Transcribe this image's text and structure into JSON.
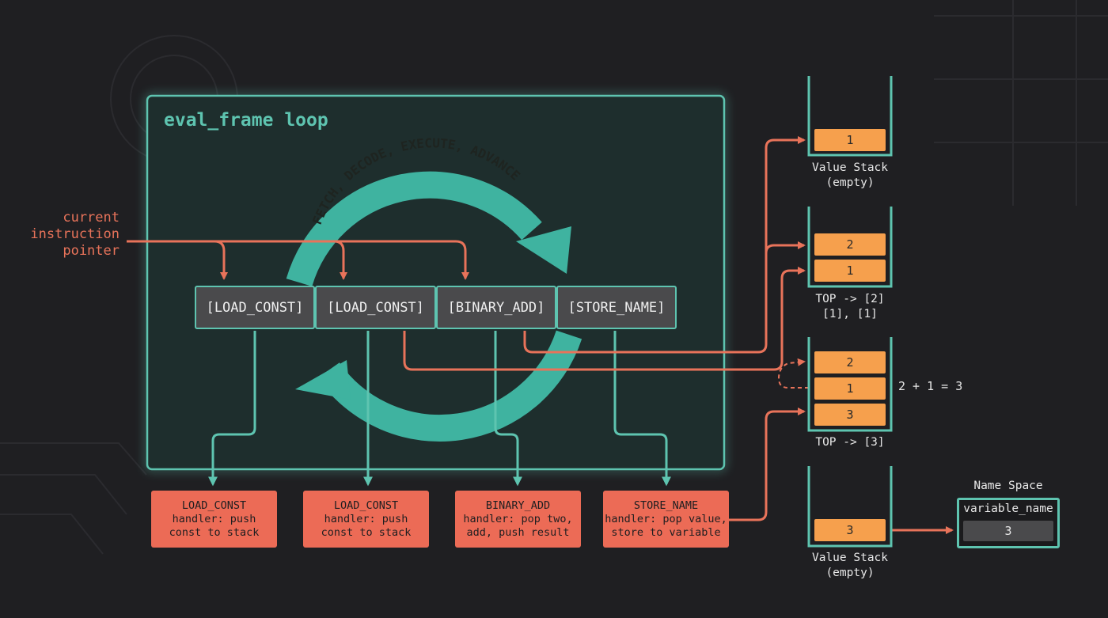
{
  "loop": {
    "title": "eval_frame loop",
    "cycle_label": "FETCH, DECODE, EXECUTE, ADVANCE"
  },
  "pointer_label": [
    "current",
    "instruction",
    "pointer"
  ],
  "instructions": [
    "[LOAD_CONST]",
    "[LOAD_CONST]",
    "[BINARY_ADD]",
    "[STORE_NAME]"
  ],
  "handlers": [
    {
      "name": "LOAD_CONST",
      "line1": "handler: push",
      "line2": "const to stack"
    },
    {
      "name": "LOAD_CONST",
      "line1": "handler: push",
      "line2": "const to stack"
    },
    {
      "name": "BINARY_ADD",
      "line1": "handler: pop two,",
      "line2": "add, push result"
    },
    {
      "name": "STORE_NAME",
      "line1": "handler: pop value,",
      "line2": "store to variable"
    }
  ],
  "stacks": [
    {
      "slots": [
        "1"
      ],
      "caption": [
        "Value Stack",
        "(empty)"
      ]
    },
    {
      "slots": [
        "2",
        "1"
      ],
      "caption": [
        "TOP -> [2]",
        "[1], [1]"
      ]
    },
    {
      "slots": [
        "2",
        "1",
        "3"
      ],
      "caption": [
        "TOP -> [3]"
      ]
    },
    {
      "slots": [
        "3"
      ],
      "caption": [
        "Value Stack",
        "(empty)"
      ]
    }
  ],
  "equation": "2 + 1 = 3",
  "namespace": {
    "title": "Name Space",
    "variable": "variable_name",
    "value": "3"
  },
  "colors": {
    "background": "#1f1f22",
    "teal": "#5ec4b0",
    "coral": "#ec6b56",
    "orange": "#f6a04d",
    "instruction_fill": "#4a4a4c"
  }
}
